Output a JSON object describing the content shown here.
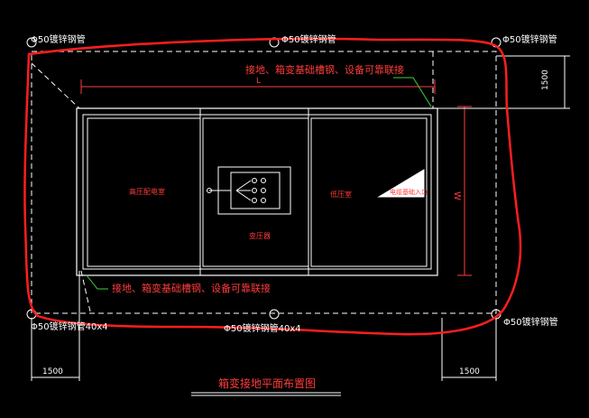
{
  "labels": {
    "pipe_top_left": "Φ50镀锌钢管",
    "pipe_top_mid": "Φ50镀锌钢管",
    "pipe_top_right": "Φ50镀锌钢管",
    "pipe_bottom_left": "Φ50镀锌钢管40x4",
    "pipe_bottom_mid": "Φ50镀锌钢管40x4",
    "pipe_bottom_right": "Φ50镀锌钢管",
    "note_top": "接地、箱变基础槽钢、设备可靠联接",
    "note_bottom": "接地、箱变基础槽钢、设备可靠联接",
    "dim_top_right": "1500",
    "dim_bottom_left": "1500",
    "dim_bottom_right": "1500",
    "dim_length": "L",
    "dim_width": "W",
    "room_hv": "高压配电室",
    "room_tr": "变压器",
    "room_lv": "低压室",
    "cable_entry": "电缆基础入口",
    "title": "箱变接地平面布置图"
  },
  "colors": {
    "background": "#000000",
    "drawing": "#ffffff",
    "annotation": "#ff3b3b",
    "leader": "#3cd23c"
  }
}
